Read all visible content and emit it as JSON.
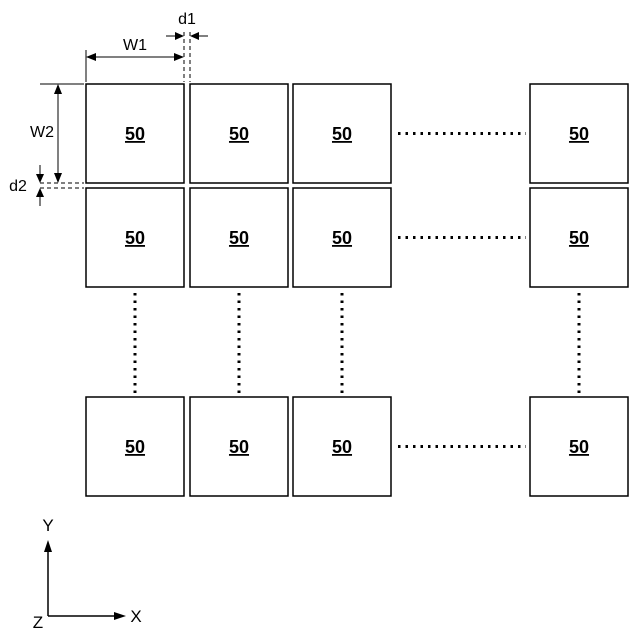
{
  "cell_label": "50",
  "dimensions": {
    "w1": "W1",
    "w2": "W2",
    "d1": "d1",
    "d2": "d2"
  },
  "axes": {
    "y": "Y",
    "x": "X",
    "z": "Z"
  }
}
